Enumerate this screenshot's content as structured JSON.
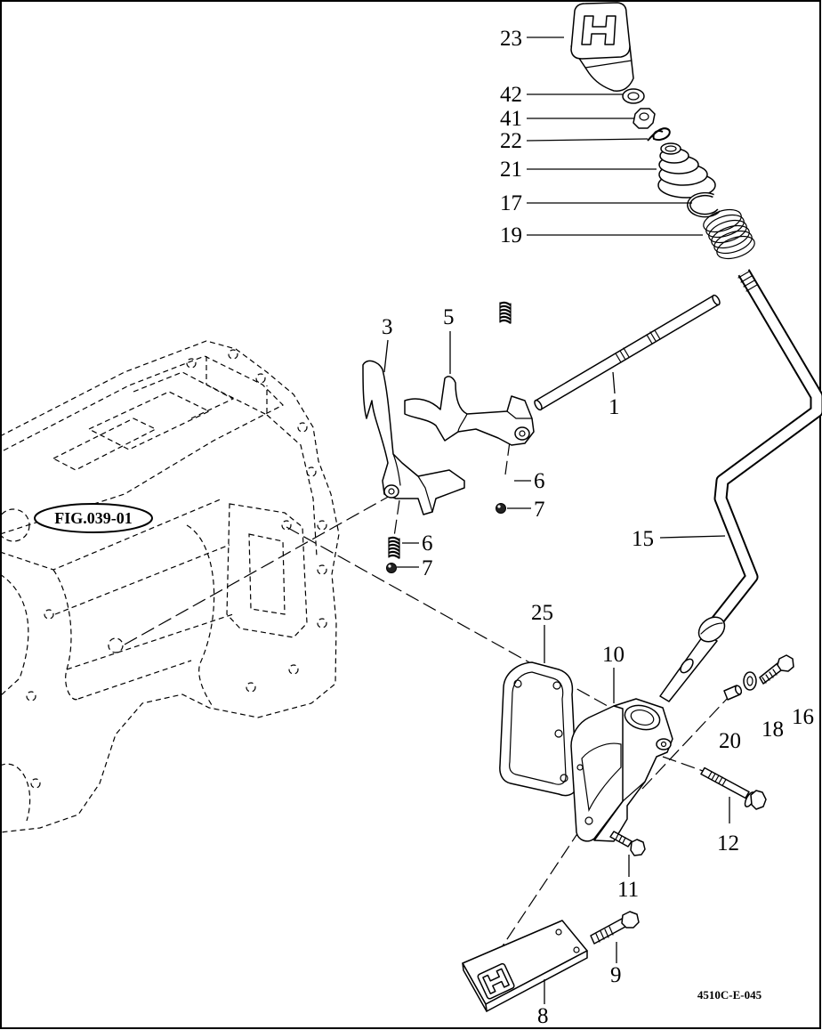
{
  "figure": {
    "reference": "FIG.039-01",
    "drawing_code": "4510C-E-045"
  },
  "callouts": [
    "23",
    "42",
    "41",
    "22",
    "21",
    "17",
    "19",
    "3",
    "5",
    "1",
    "6",
    "7",
    "6",
    "7",
    "15",
    "25",
    "10",
    "20",
    "18",
    "16",
    "12",
    "11",
    "9",
    "8"
  ],
  "colors": {
    "line": "#000000",
    "background": "#ffffff"
  }
}
